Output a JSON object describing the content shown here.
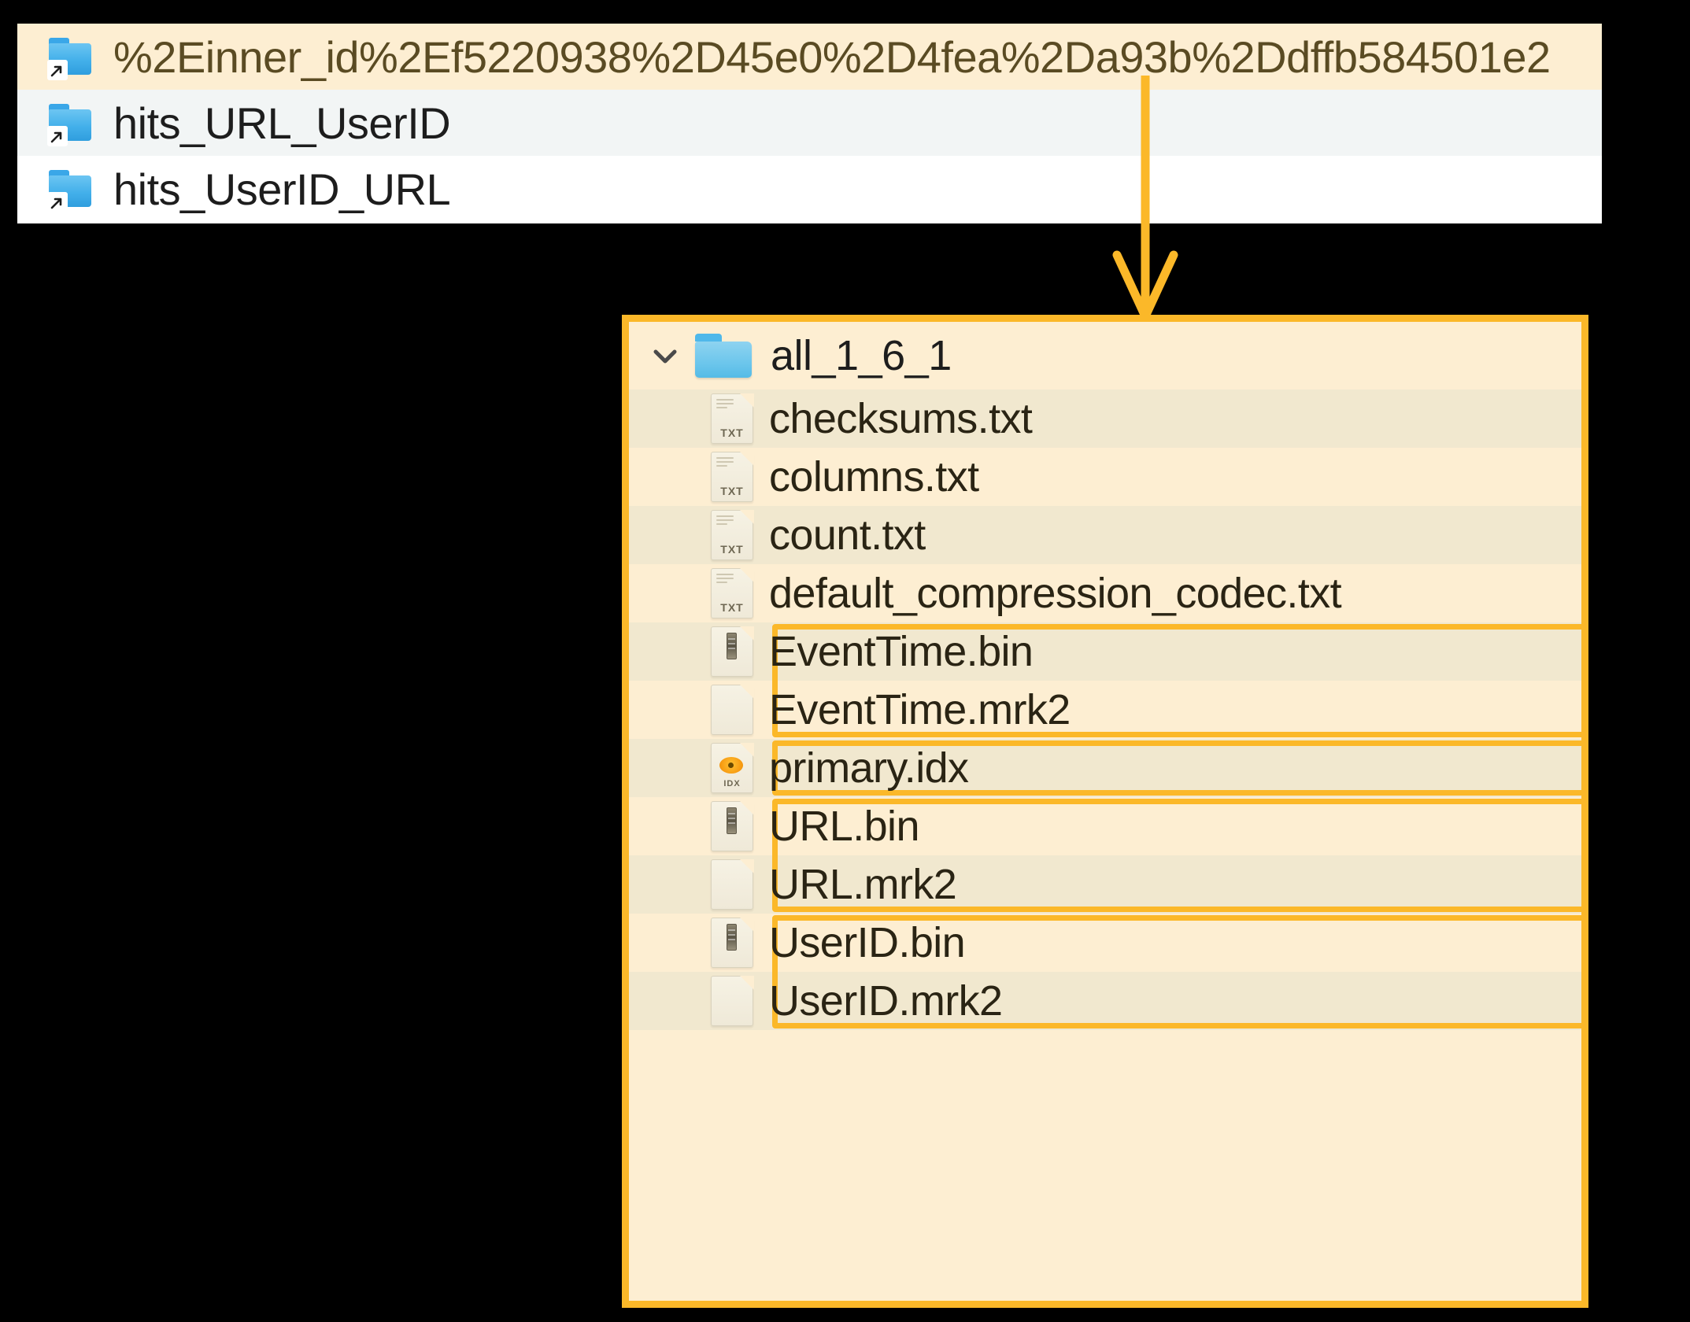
{
  "top_panel": {
    "rows": [
      {
        "label": "%2Einner_id%2Ef5220938%2D45e0%2D4fea%2Da93b%2Ddffb584501e2",
        "icon": "folder-shortcut-icon",
        "selected": true
      },
      {
        "label": "hits_URL_UserID",
        "icon": "folder-shortcut-icon",
        "selected": false
      },
      {
        "label": "hits_UserID_URL",
        "icon": "folder-shortcut-icon",
        "selected": false
      }
    ]
  },
  "connector": {
    "icon": "down-arrow-icon",
    "color": "#fbb829"
  },
  "file_panel": {
    "border_color": "#fbb829",
    "background": "#fdeed2",
    "folder": {
      "name": "all_1_6_1",
      "expanded": true,
      "chevron_icon": "chevron-down-icon",
      "folder_icon": "folder-icon"
    },
    "files": [
      {
        "name": "checksums.txt",
        "icon": "txt-file-icon",
        "ext": "TXT",
        "stripe": true,
        "highlighted": false
      },
      {
        "name": "columns.txt",
        "icon": "txt-file-icon",
        "ext": "TXT",
        "stripe": false,
        "highlighted": false
      },
      {
        "name": "count.txt",
        "icon": "txt-file-icon",
        "ext": "TXT",
        "stripe": true,
        "highlighted": false
      },
      {
        "name": "default_compression_codec.txt",
        "icon": "txt-file-icon",
        "ext": "TXT",
        "stripe": false,
        "highlighted": false
      },
      {
        "name": "EventTime.bin",
        "icon": "bin-file-icon",
        "ext": "",
        "stripe": true,
        "highlighted": true
      },
      {
        "name": "EventTime.mrk2",
        "icon": "blank-file-icon",
        "ext": "",
        "stripe": false,
        "highlighted": true
      },
      {
        "name": "primary.idx",
        "icon": "idx-file-icon",
        "ext": "IDX",
        "stripe": true,
        "highlighted": true
      },
      {
        "name": "URL.bin",
        "icon": "bin-file-icon",
        "ext": "",
        "stripe": false,
        "highlighted": true
      },
      {
        "name": "URL.mrk2",
        "icon": "blank-file-icon",
        "ext": "",
        "stripe": true,
        "highlighted": true
      },
      {
        "name": "UserID.bin",
        "icon": "bin-file-icon",
        "ext": "",
        "stripe": false,
        "highlighted": true
      },
      {
        "name": "UserID.mrk2",
        "icon": "blank-file-icon",
        "ext": "",
        "stripe": true,
        "highlighted": true
      }
    ],
    "highlight_groups": [
      {
        "name": "eventtime-group",
        "start": 4,
        "end": 5
      },
      {
        "name": "primary-idx-group",
        "start": 6,
        "end": 6
      },
      {
        "name": "url-group",
        "start": 7,
        "end": 8
      },
      {
        "name": "userid-group",
        "start": 9,
        "end": 10
      }
    ]
  }
}
